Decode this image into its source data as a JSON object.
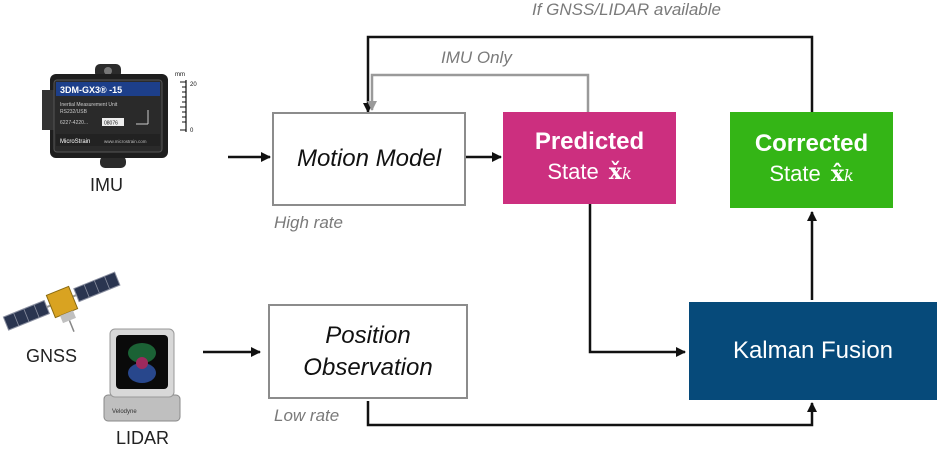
{
  "feedback": {
    "gnss_lidar_label": "If GNSS/LIDAR available",
    "imu_only_label": "IMU Only"
  },
  "sensors": {
    "imu": {
      "label": "IMU",
      "device_name": "3DM-GX3® -15",
      "device_line1": "Inertial Measurement Unit",
      "device_line2": "RS232/USB",
      "device_serial": "6227-4220...",
      "device_code": "08076",
      "device_brand": "MicroStrain",
      "device_url": "www.microstrain.com",
      "scale_unit": "mm",
      "scale_top": "20",
      "scale_bottom": "0"
    },
    "gnss": {
      "label": "GNSS"
    },
    "lidar": {
      "label": "LIDAR",
      "brand": "Velodyne"
    }
  },
  "blocks": {
    "motion_model": {
      "label": "Motion Model",
      "rate": "High rate"
    },
    "position_observation": {
      "line1": "Position",
      "line2": "Observation",
      "rate": "Low rate"
    },
    "predicted": {
      "title": "Predicted",
      "sub": "State",
      "symbol": "x̌",
      "subscript": "k",
      "color": "#cc2f7f"
    },
    "corrected": {
      "title": "Corrected",
      "sub": "State",
      "symbol": "x̂",
      "subscript": "k",
      "color": "#34b516"
    },
    "kalman": {
      "label": "Kalman Fusion",
      "color": "#064a7a"
    }
  }
}
